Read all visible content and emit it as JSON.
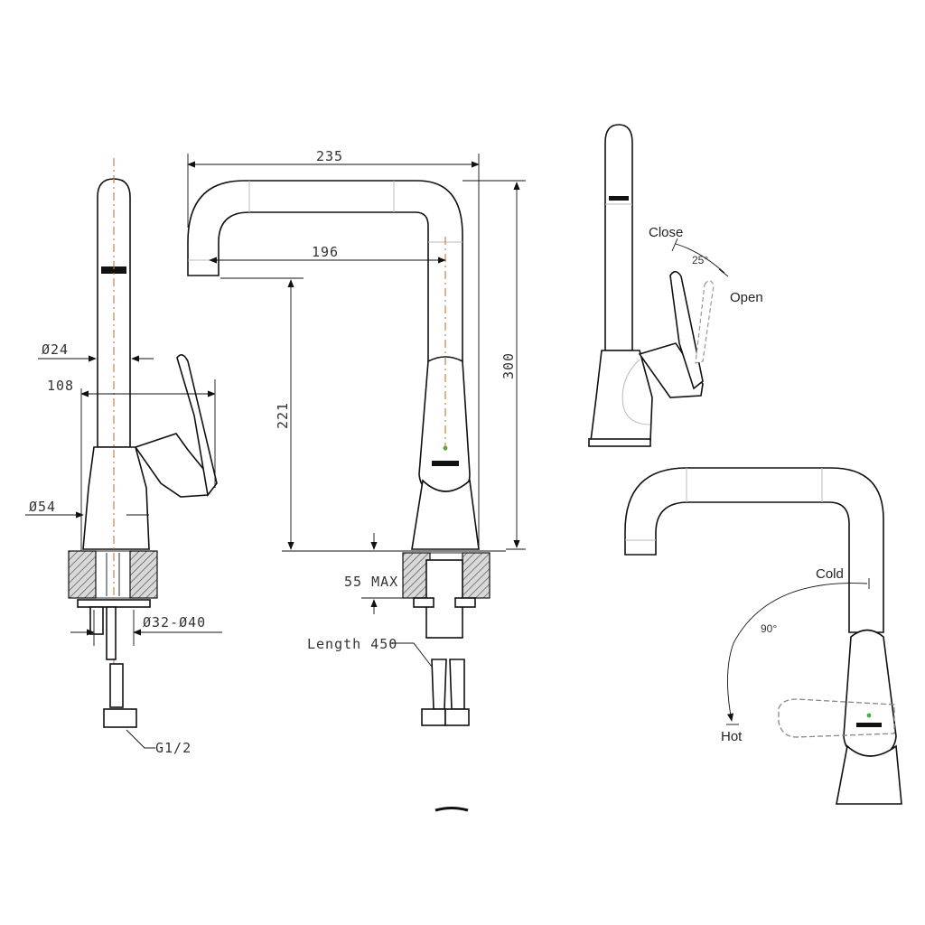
{
  "dimensions": {
    "d24": "Ø24",
    "d108": "108",
    "d54": "Ø54",
    "d32_40": "Ø32-Ø40",
    "g12": "G1/2",
    "w235": "235",
    "w196": "196",
    "h221": "221",
    "h300": "300",
    "max55": "55 MAX",
    "length450": "Length 450"
  },
  "lever_motion": {
    "close": "Close",
    "open": "Open",
    "angle": "25°"
  },
  "temperature": {
    "cold": "Cold",
    "hot": "Hot",
    "angle": "90°"
  },
  "colors": {
    "line": "#111111",
    "center_axis": "#c0763a",
    "indicator": "#3cb043"
  }
}
